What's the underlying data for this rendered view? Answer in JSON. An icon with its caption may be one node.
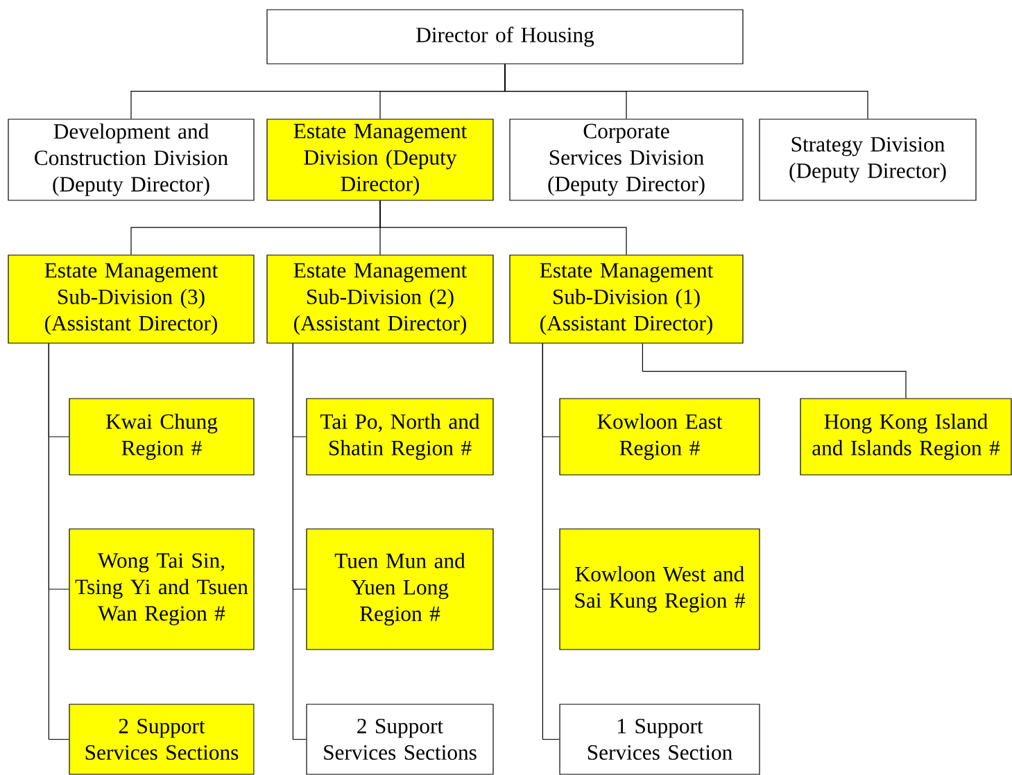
{
  "diagram": {
    "nodes": [
      {
        "text": [
          "Director of Housing"
        ]
      },
      {
        "text": [
          "Development and Construction Division (Deputy Director)"
        ]
      },
      {
        "text": [
          "Estate Management Division (Deputy Director)"
        ]
      },
      {
        "text": [
          "Corporate Services Division (Deputy Director)"
        ]
      },
      {
        "text": [
          "Strategy Division (Deputy Director)"
        ]
      },
      {
        "text": [
          "Estate Management Sub-Division (3) (Assistant Director)"
        ]
      },
      {
        "text": [
          "Estate Management Sub-Division (2) (Assistant Director)"
        ]
      },
      {
        "text": [
          "Estate Management Sub-Division (1) (Assistant Director)"
        ]
      },
      {
        "text": [
          "Kwai Chung Region #"
        ]
      },
      {
        "text": [
          "Tai Po, North and Shatin Region #"
        ]
      },
      {
        "text": [
          "Kowloon East Region #"
        ]
      },
      {
        "text": [
          "Hong Kong Island and Islands Region #"
        ]
      },
      {
        "text": [
          "Wong Tai Sin, Tsing Yi and Tsuen Wan Region #"
        ]
      },
      {
        "text": [
          "Tuen Mun and Yuen Long Region #"
        ]
      },
      {
        "text": [
          "Kowloon West and Sai Kung Region #"
        ]
      },
      {
        "text": [
          "2 Support Services Sections"
        ]
      },
      {
        "text": [
          "2 Support Services Sections"
        ]
      },
      {
        "text": [
          "1 Support Services Section"
        ]
      }
    ],
    "edges": [
      {
        "from": 0,
        "to": 1,
        "arrow": "none"
      },
      {
        "from": 0,
        "to": 2,
        "arrow": "none"
      },
      {
        "from": 0,
        "to": 3,
        "arrow": "none"
      },
      {
        "from": 0,
        "to": 4,
        "arrow": "none"
      },
      {
        "from": 2,
        "to": 5,
        "arrow": "none"
      },
      {
        "from": 2,
        "to": 6,
        "arrow": "none"
      },
      {
        "from": 2,
        "to": 7,
        "arrow": "none"
      },
      {
        "from": 5,
        "to": 8,
        "arrow": "none"
      },
      {
        "from": 5,
        "to": 12,
        "arrow": "none"
      },
      {
        "from": 5,
        "to": 15,
        "arrow": "none"
      },
      {
        "from": 6,
        "to": 9,
        "arrow": "none"
      },
      {
        "from": 6,
        "to": 13,
        "arrow": "none"
      },
      {
        "from": 6,
        "to": 16,
        "arrow": "none"
      },
      {
        "from": 7,
        "to": 10,
        "arrow": "none"
      },
      {
        "from": 7,
        "to": 14,
        "arrow": "none"
      },
      {
        "from": 7,
        "to": 17,
        "arrow": "none"
      },
      {
        "from": 7,
        "to": 11,
        "arrow": "none"
      }
    ]
  }
}
